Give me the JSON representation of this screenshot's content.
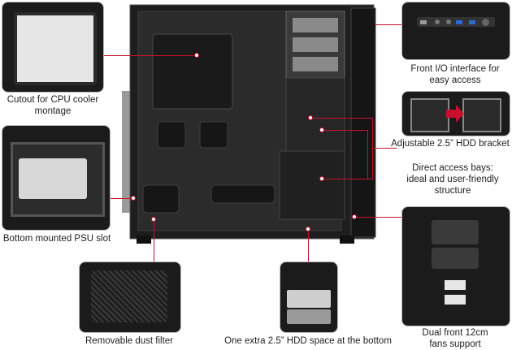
{
  "callouts": {
    "cpu_cutout": "Cutout for CPU cooler\nmontage",
    "psu_slot": "Bottom mounted PSU slot",
    "dust_filter": "Removable dust filter",
    "hdd_bottom": "One extra 2.5” HDD space at the bottom",
    "front_io": "Front I/O interface for\neasy access",
    "hdd_bracket": "Adjustable 2.5” HDD bracket",
    "direct_bays": "Direct access bays:\nideal and user-friendly\nstructure",
    "fans": "Dual front 12cm\nfans support"
  },
  "colors": {
    "callout_line": "#c8102e",
    "case_body": "#1e1e1e",
    "background": "#ffffff"
  }
}
